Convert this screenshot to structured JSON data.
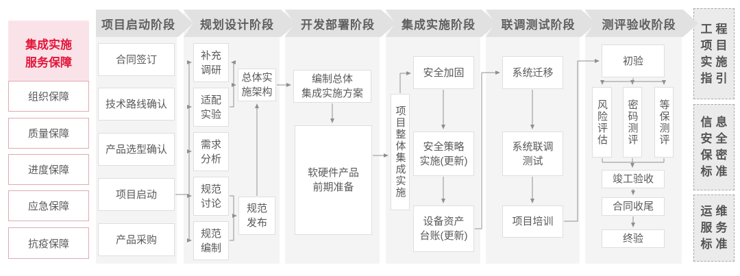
{
  "sidebar_left": {
    "highlight_label": "集成实施\n服务保障",
    "items": [
      "组织保障",
      "质量保障",
      "进度保障",
      "应急保障",
      "抗疫保障"
    ]
  },
  "phase_headers": [
    "项目启动阶段",
    "规划设计阶段",
    "开发部署阶段",
    "集成实施阶段",
    "联调测试阶段",
    "测评验收阶段"
  ],
  "nodes": {
    "contract_sign": "合同签订",
    "tech_route_confirm": "技术路线确认",
    "product_selection_confirm": "产品选型确认",
    "project_kickoff": "项目启动",
    "product_procurement": "产品采购",
    "supplementary_research": "补充\n调研",
    "adaptation_experiment": "适配\n实验",
    "requirement_analysis": "需求\n分析",
    "spec_discussion": "规范\n讨论",
    "spec_drafting": "规范\n编制",
    "overall_impl_architecture": "总体实\n施架构",
    "spec_release": "规范\n发布",
    "compile_overall_plan": "编制总体\n集成实施方案",
    "hw_sw_preparation": "软硬件产品\n前期准备",
    "overall_integration_impl": "项目整体集成实施",
    "security_hardening": "安全加固",
    "security_policy_impl": "安全策略\n实施(更新)",
    "asset_ledger": "设备资产\n台账(更新)",
    "system_migration": "系统迁移",
    "system_joint_test": "系统联调\n测试",
    "project_training": "项目培训",
    "initial_acceptance": "初验",
    "risk_assessment": "风险评估",
    "crypto_evaluation": "密码测评",
    "mlps_evaluation": "等保测评",
    "completion_acceptance": "竣工验收",
    "contract_closure": "合同收尾",
    "final_acceptance": "终验"
  },
  "sidebar_right": {
    "items": [
      "工程\n项目\n实施\n指引",
      "信息\n安全\n保密\n标准",
      "运维\n服务\n标准"
    ]
  },
  "colors": {
    "accent_red": "#e2173c",
    "pink_bg": "#fae3e8",
    "pink_border": "#e2a8b1",
    "panel_bg": "#f4f4f4",
    "header_bg": "#e1e1e1",
    "box_border": "#dedede",
    "text_gray": "#595959",
    "arrow_gray": "#8f8f8f",
    "sidebar_right_bg": "#ebebeb"
  }
}
